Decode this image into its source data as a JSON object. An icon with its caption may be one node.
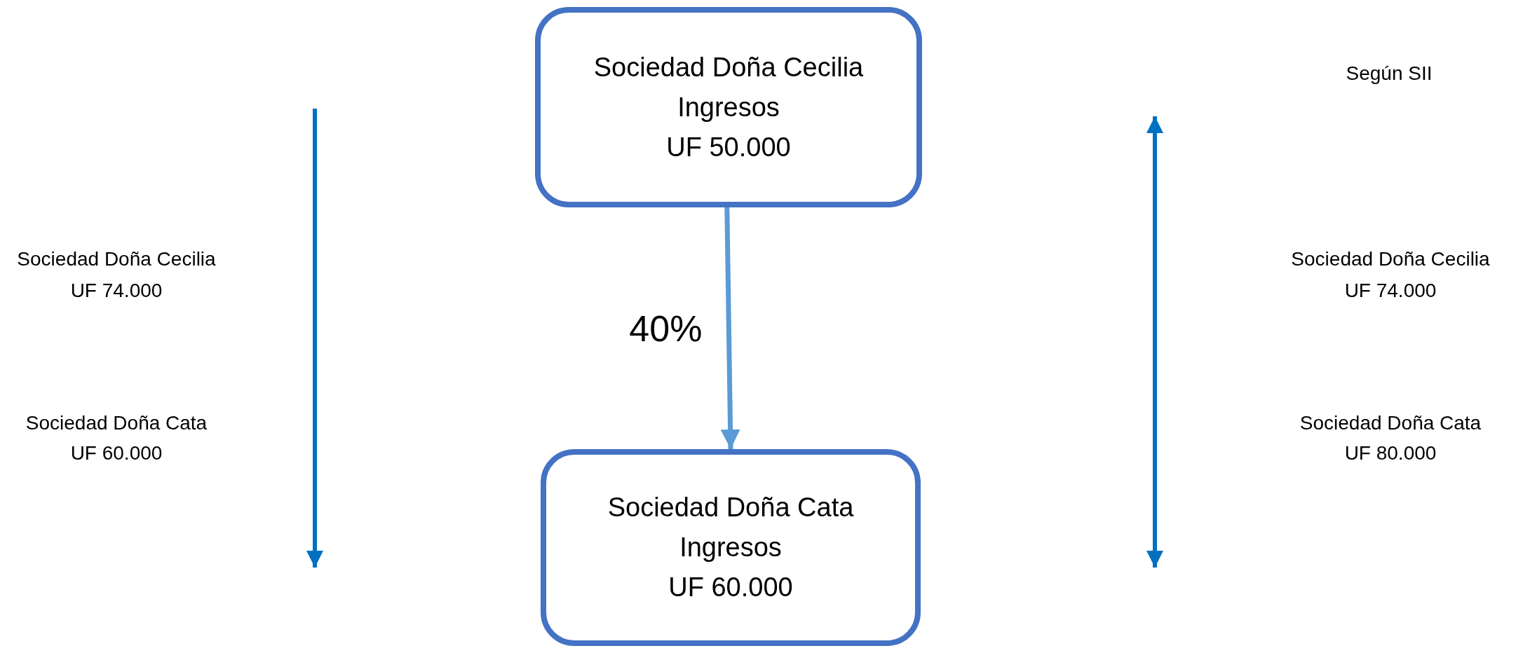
{
  "diagram": {
    "nodes": [
      {
        "text": [
          "Sociedad Doña Cecilia",
          "Ingresos",
          "UF 50.000"
        ]
      },
      {
        "text": [
          "Sociedad Doña Cata",
          "Ingresos",
          "UF 60.000"
        ]
      }
    ],
    "edges": [
      {
        "from": 0,
        "to": 1,
        "arrow": "to",
        "label": "40%",
        "color": "#5b9bd5"
      }
    ],
    "labels": [
      "Según SII",
      "Sociedad Doña Cecilia",
      "UF 74.000",
      "Sociedad Doña Cecilia",
      "UF 74.000",
      "Sociedad Doña Cata",
      "UF 60.000",
      "Sociedad Doña Cata",
      "UF 80.000"
    ]
  }
}
